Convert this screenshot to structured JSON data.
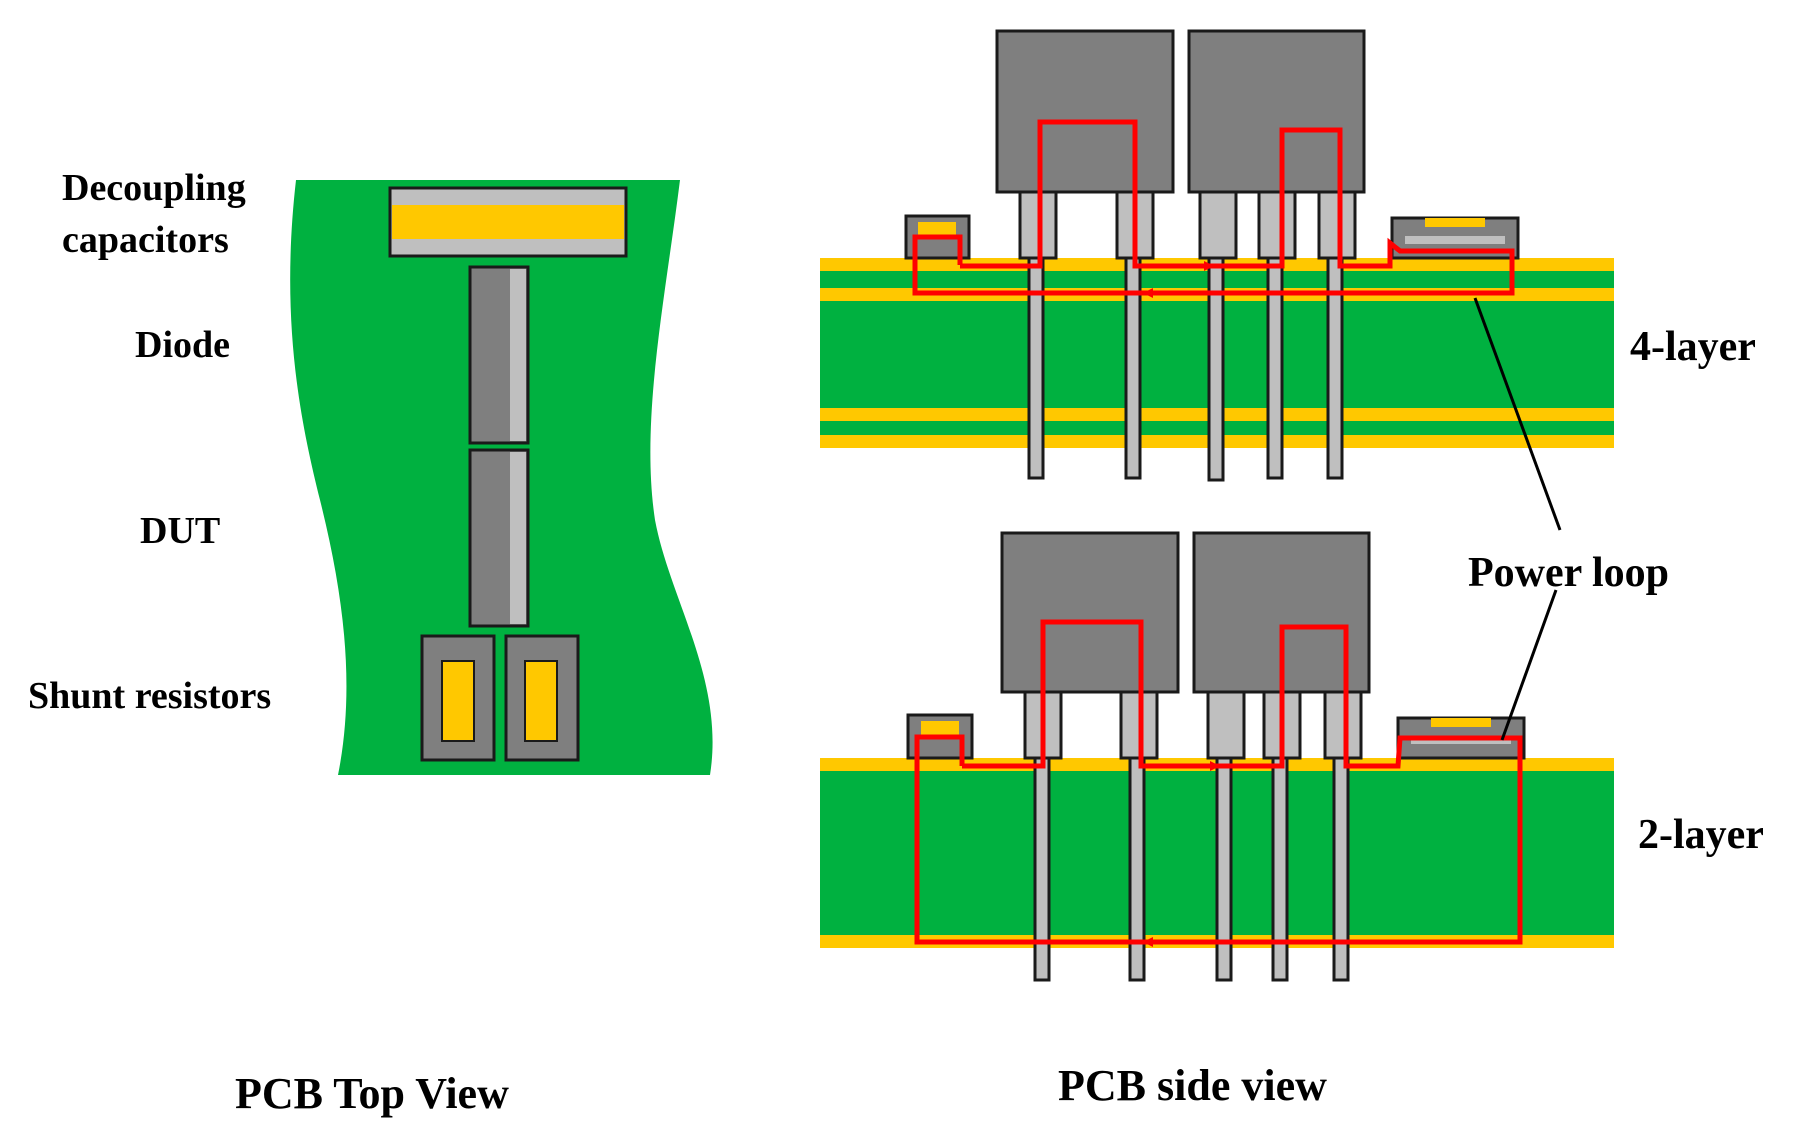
{
  "labels": {
    "decoupling_line1": "Decoupling",
    "decoupling_line2": "capacitors",
    "diode": "Diode",
    "dut": "DUT",
    "shunt": "Shunt resistors",
    "four_layer": "4-layer",
    "two_layer": "2-layer",
    "power_loop": "Power loop",
    "top_view_caption": "PCB Top View",
    "side_view_caption": "PCB side view"
  },
  "colors": {
    "pcb_green": "#00B140",
    "copper_yellow": "#FFC800",
    "component_gray": "#7F7F7F",
    "lead_gray": "#BFBFBF",
    "loop_red": "#FF0000",
    "outline": "#1A1A1A"
  }
}
